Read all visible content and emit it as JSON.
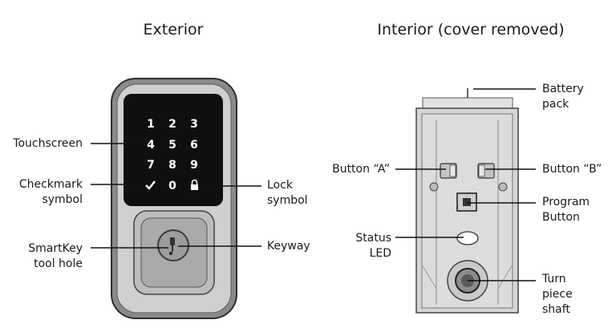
{
  "headings": {
    "exterior": "Exterior",
    "interior": "Interior (cover removed)"
  },
  "exterior_labels": {
    "touchscreen": "Touchscreen",
    "checkmark_line1": "Checkmark",
    "checkmark_line2": "symbol",
    "smartkey_line1": "SmartKey",
    "smartkey_line2": "tool hole",
    "lock_line1": "Lock",
    "lock_line2": "symbol",
    "keyway": "Keyway"
  },
  "keypad": [
    "1",
    "2",
    "3",
    "4",
    "5",
    "6",
    "7",
    "8",
    "9",
    "0"
  ],
  "interior_labels": {
    "battery_line1": "Battery",
    "battery_line2": "pack",
    "button_a": "Button “A”",
    "button_b": "Button “B”",
    "program_line1": "Program",
    "program_line2": "Button",
    "status_line1": "Status",
    "status_line2": "LED",
    "turn_line1": "Turn",
    "turn_line2": "piece",
    "turn_line3": "shaft"
  },
  "colors": {
    "body_fill": "#c8c8c8",
    "outline": "#3a3a3a",
    "screen": "#111111",
    "interior_fill": "#d8d8d8"
  }
}
